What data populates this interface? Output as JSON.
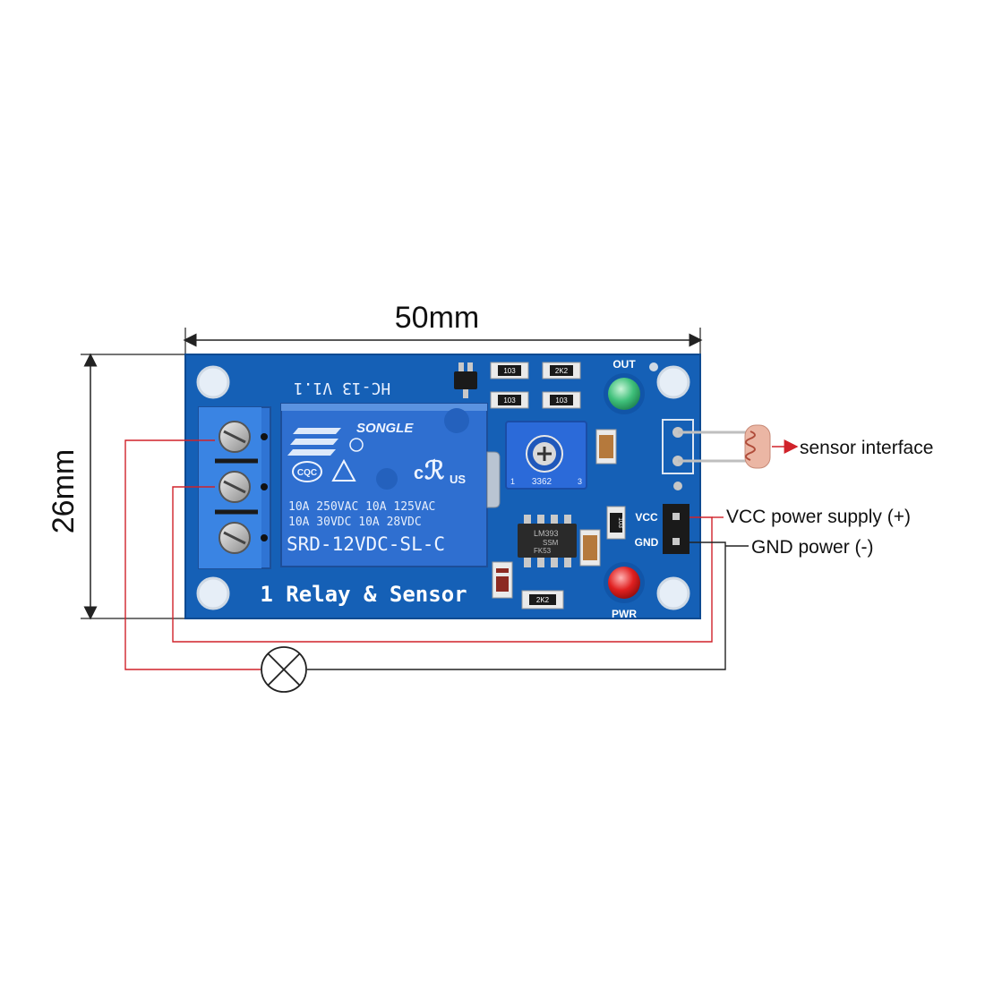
{
  "dimensions": {
    "width_label": "50mm",
    "height_label": "26mm"
  },
  "board": {
    "pcb_label": "HC-13 V1.1",
    "silkscreen_title": "1 Relay & Sensor",
    "led_out_label": "OUT",
    "led_pwr_label": "PWR",
    "pin_vcc_label": "VCC",
    "pin_gnd_label": "GND",
    "pcb_color": "#1560b6",
    "relay_color": "#2f6fd0",
    "terminal_color": "#2f74d4"
  },
  "relay": {
    "brand": "SONGLE",
    "rating_line1": "10A 250VAC 10A 125VAC",
    "rating_line2": "10A  30VDC 10A  28VDC",
    "model": "SRD-12VDC-SL-C",
    "cert_cqc": "CQC",
    "cert_us": "US"
  },
  "components": {
    "potentiometer_label": "3362",
    "pot_pin1": "1",
    "pot_pin3": "3",
    "ic_line1": "LM393",
    "ic_line2": "SSM",
    "ic_line3": "FK53",
    "res_r1": "103",
    "res_r2": "2K2",
    "res_r3": "103",
    "res_r4": "103",
    "res_r5": "103",
    "res_r6": "2K2"
  },
  "callouts": {
    "sensor": "sensor interface",
    "vcc": "VCC power supply (+)",
    "gnd": "GND power (-)"
  },
  "colors": {
    "wire_red": "#d0222a",
    "wire_black": "#222222",
    "led_green": "#3fc07a",
    "led_red": "#e02020"
  }
}
